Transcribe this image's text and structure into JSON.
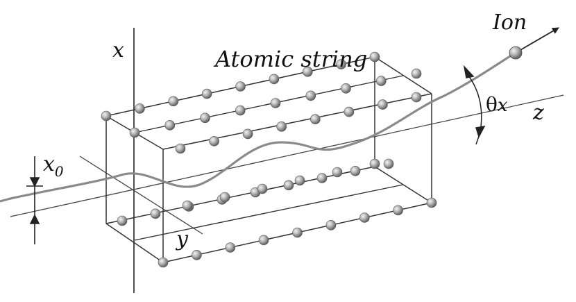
{
  "diagram": {
    "labels": {
      "atomic_string": "Atomic string",
      "ion": "Ion",
      "x_axis": "x",
      "y_axis": "y",
      "z_axis": "z",
      "x0": "x",
      "x0_sub": "0",
      "theta": "θ",
      "theta_sub": "x"
    },
    "colors": {
      "line": "#222222",
      "thin_line": "#444444",
      "trajectory": "#8a8a8a",
      "atom_dark": "#5a5a5a",
      "atom_light": "#f4f4f4"
    }
  }
}
